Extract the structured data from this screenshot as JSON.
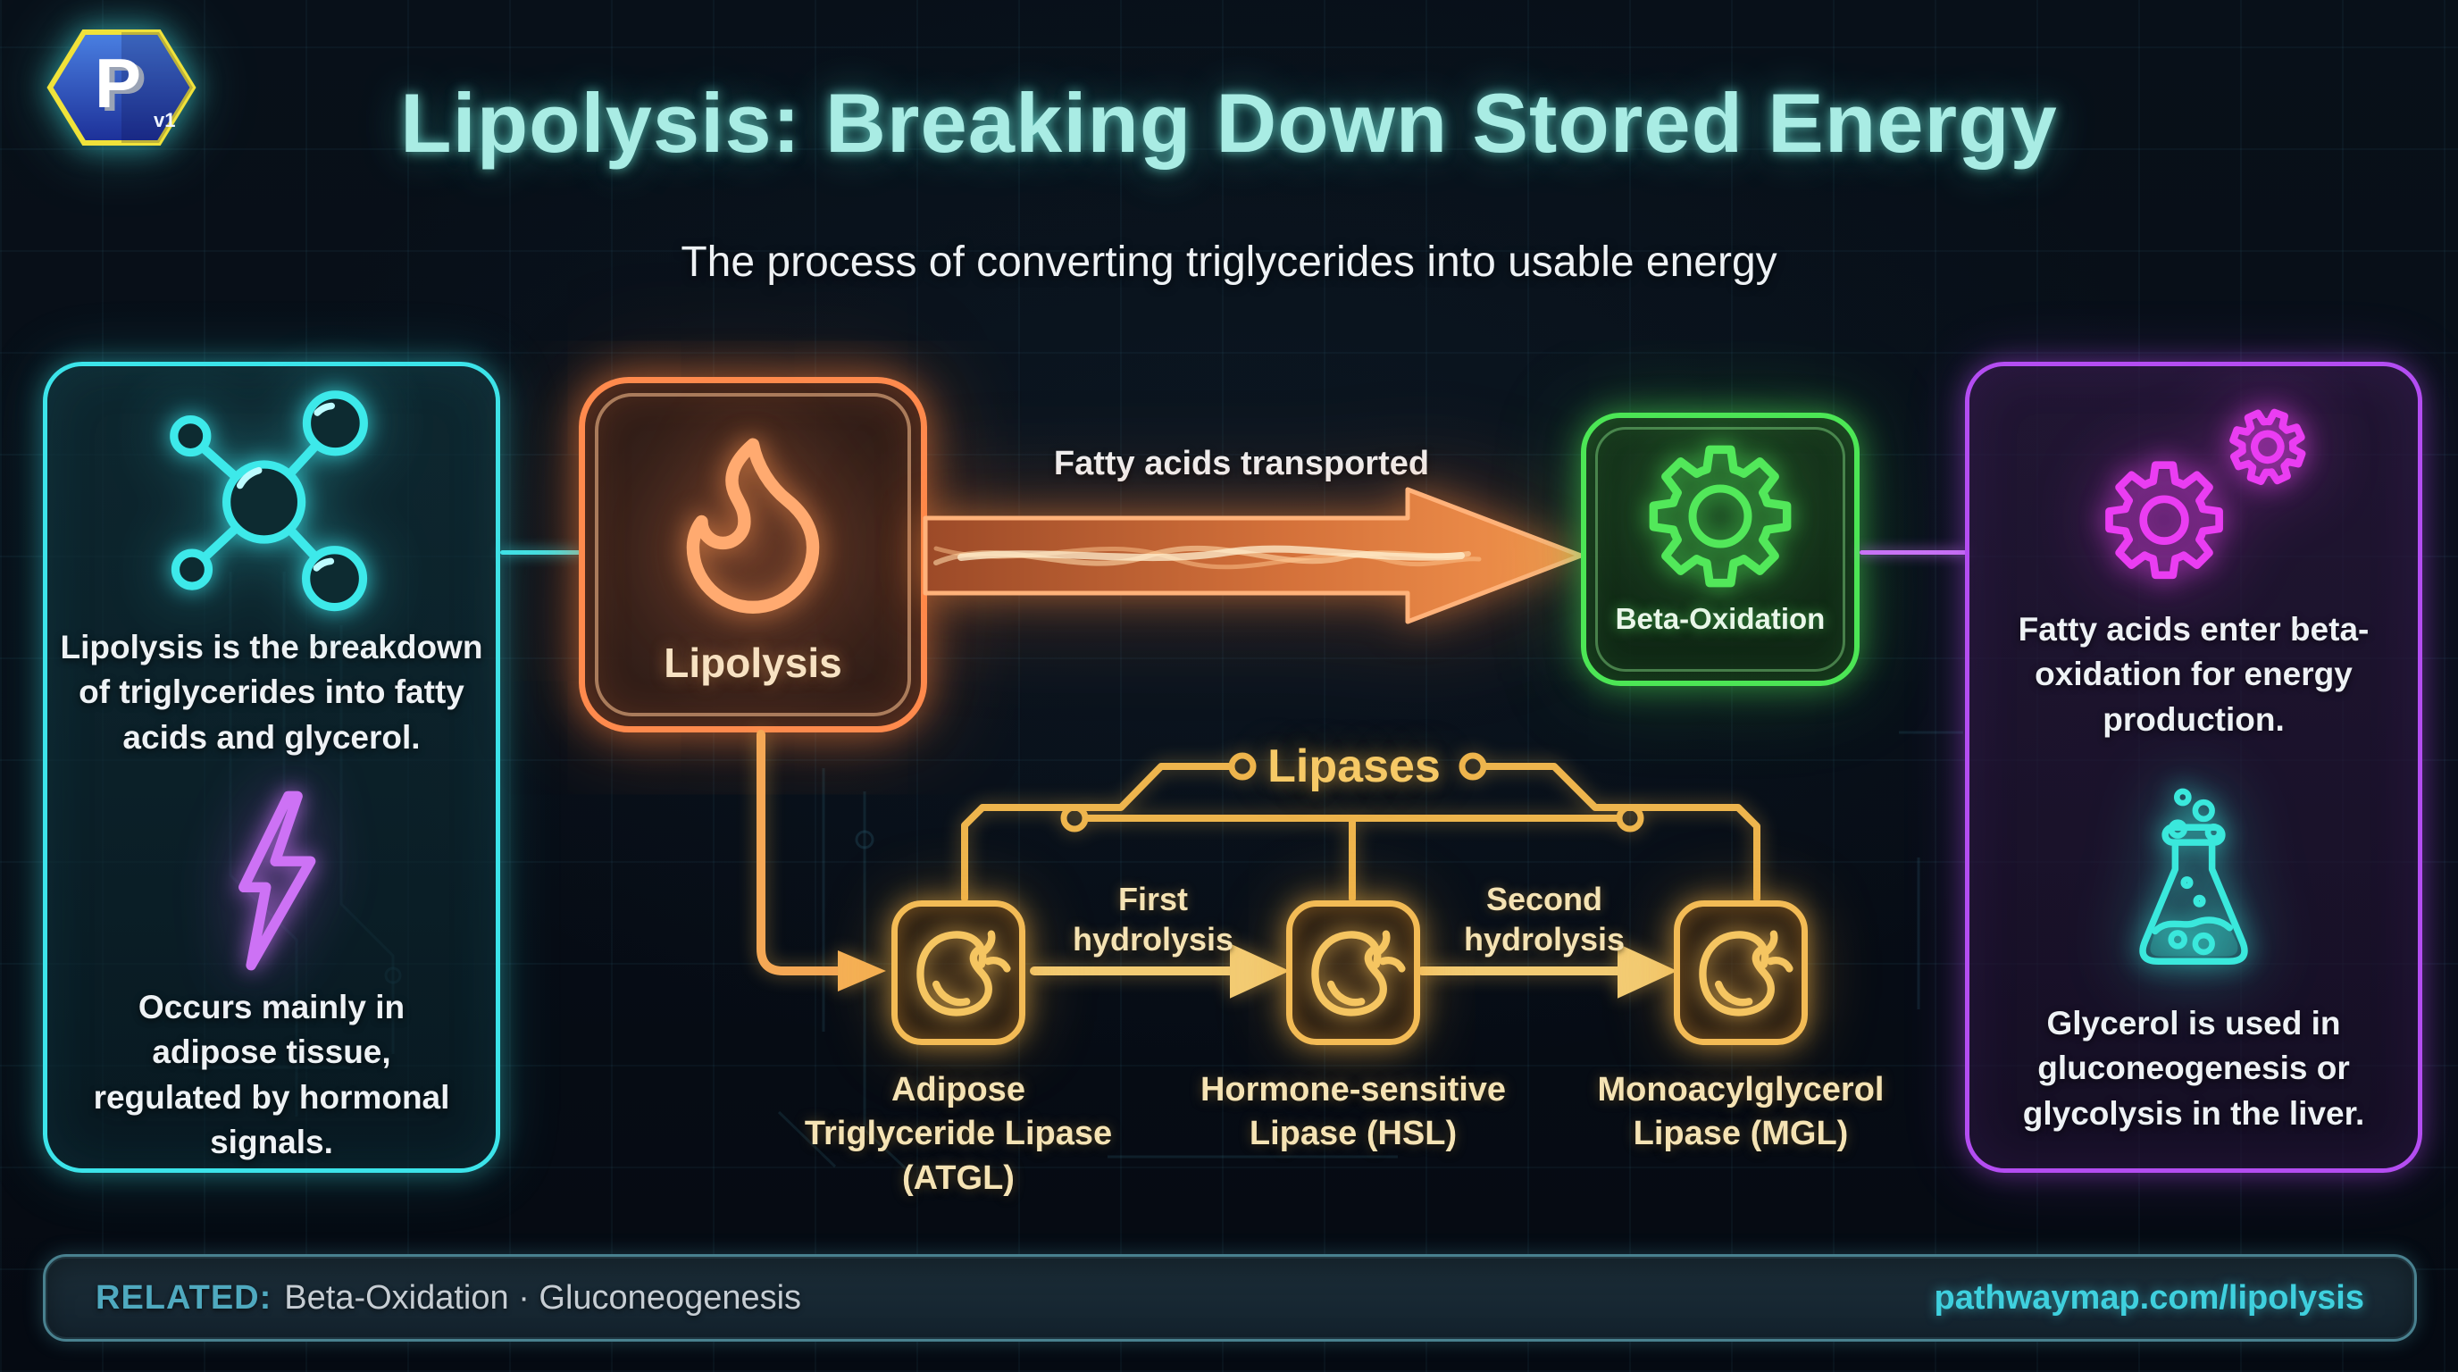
{
  "logo": {
    "letter": "P",
    "version": "v1"
  },
  "header": {
    "title": "Lipolysis: Breaking Down Stored Energy",
    "subtitle": "The process of converting triglycerides into usable energy"
  },
  "left_panel": {
    "fact_breakdown": "Lipolysis is the breakdown of triglycerides into fatty acids and glycerol.",
    "fact_location": "Occurs mainly in adipose tissue, regulated by hormonal signals."
  },
  "flow": {
    "lipolysis": {
      "label": "Lipolysis"
    },
    "transport_arrow": {
      "label": "Fatty acids transported"
    },
    "beta_oxidation": {
      "label": "Beta-Oxidation"
    },
    "lipases": {
      "label": "Lipases",
      "step1": "First\nhydrolysis",
      "step2": "Second\nhydrolysis",
      "enzymes": [
        {
          "name": "Adipose\nTriglyceride Lipase\n(ATGL)"
        },
        {
          "name": "Hormone-sensitive\nLipase (HSL)"
        },
        {
          "name": "Monoacylglycerol\nLipase (MGL)"
        }
      ]
    }
  },
  "right_panel": {
    "fact_fatty_acids": "Fatty acids enter beta-oxidation for energy production.",
    "fact_glycerol": "Glycerol is used in gluconeogenesis or glycolysis in the liver."
  },
  "footer": {
    "related_label": "RELATED:",
    "related_items": "Beta-Oxidation · Gluconeogenesis",
    "url": "pathwaymap.com/lipolysis"
  },
  "colors": {
    "title_teal": "#a9ece4",
    "cyan": "#3ce4ea",
    "orange": "#ff8a4d",
    "gold": "#eeb54d",
    "green": "#4ce655",
    "magenta": "#e93df0",
    "purple": "#b44df2",
    "violet": "#c873f5",
    "teal_flask": "#3ae8dc",
    "url_teal": "#3fd0de",
    "related_teal": "#4fa9bf",
    "cream": "#f7e3c4",
    "white": "#eef2f5",
    "gold_text": "#f5e3b4"
  }
}
